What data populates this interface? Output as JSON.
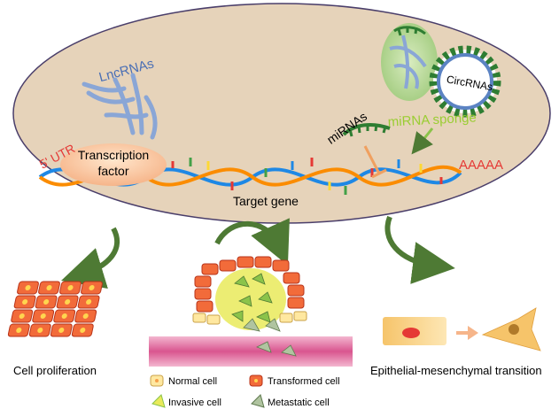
{
  "labels": {
    "lncrnas": "LncRNAs",
    "five_utr": "5' UTR",
    "tf_line1": "Transcription",
    "tf_line2": "factor",
    "target_gene": "Target gene",
    "polya": "AAAAA",
    "mirnas": "miRNAs",
    "circrnas": "CircRNAs",
    "mirna_sponge": "miRNA sponge",
    "cell_proliferation": "Cell proliferation",
    "emt": "Epithelial-mesenchymal transition"
  },
  "legend": {
    "normal": "Normal cell",
    "transformed": "Transformed cell",
    "invasive": "Invasive cell",
    "metastatic": "Metastatic cell"
  },
  "colors": {
    "ellipse_fill": "#e6d3ba",
    "mirna_green": "#2e7d32",
    "sponge_text": "#9acd32",
    "utr_red": "#e53935",
    "lncrna_blue": "#4a6fb5",
    "arrow_green": "#4e7a34",
    "inhibit_orange": "#f0a060"
  }
}
